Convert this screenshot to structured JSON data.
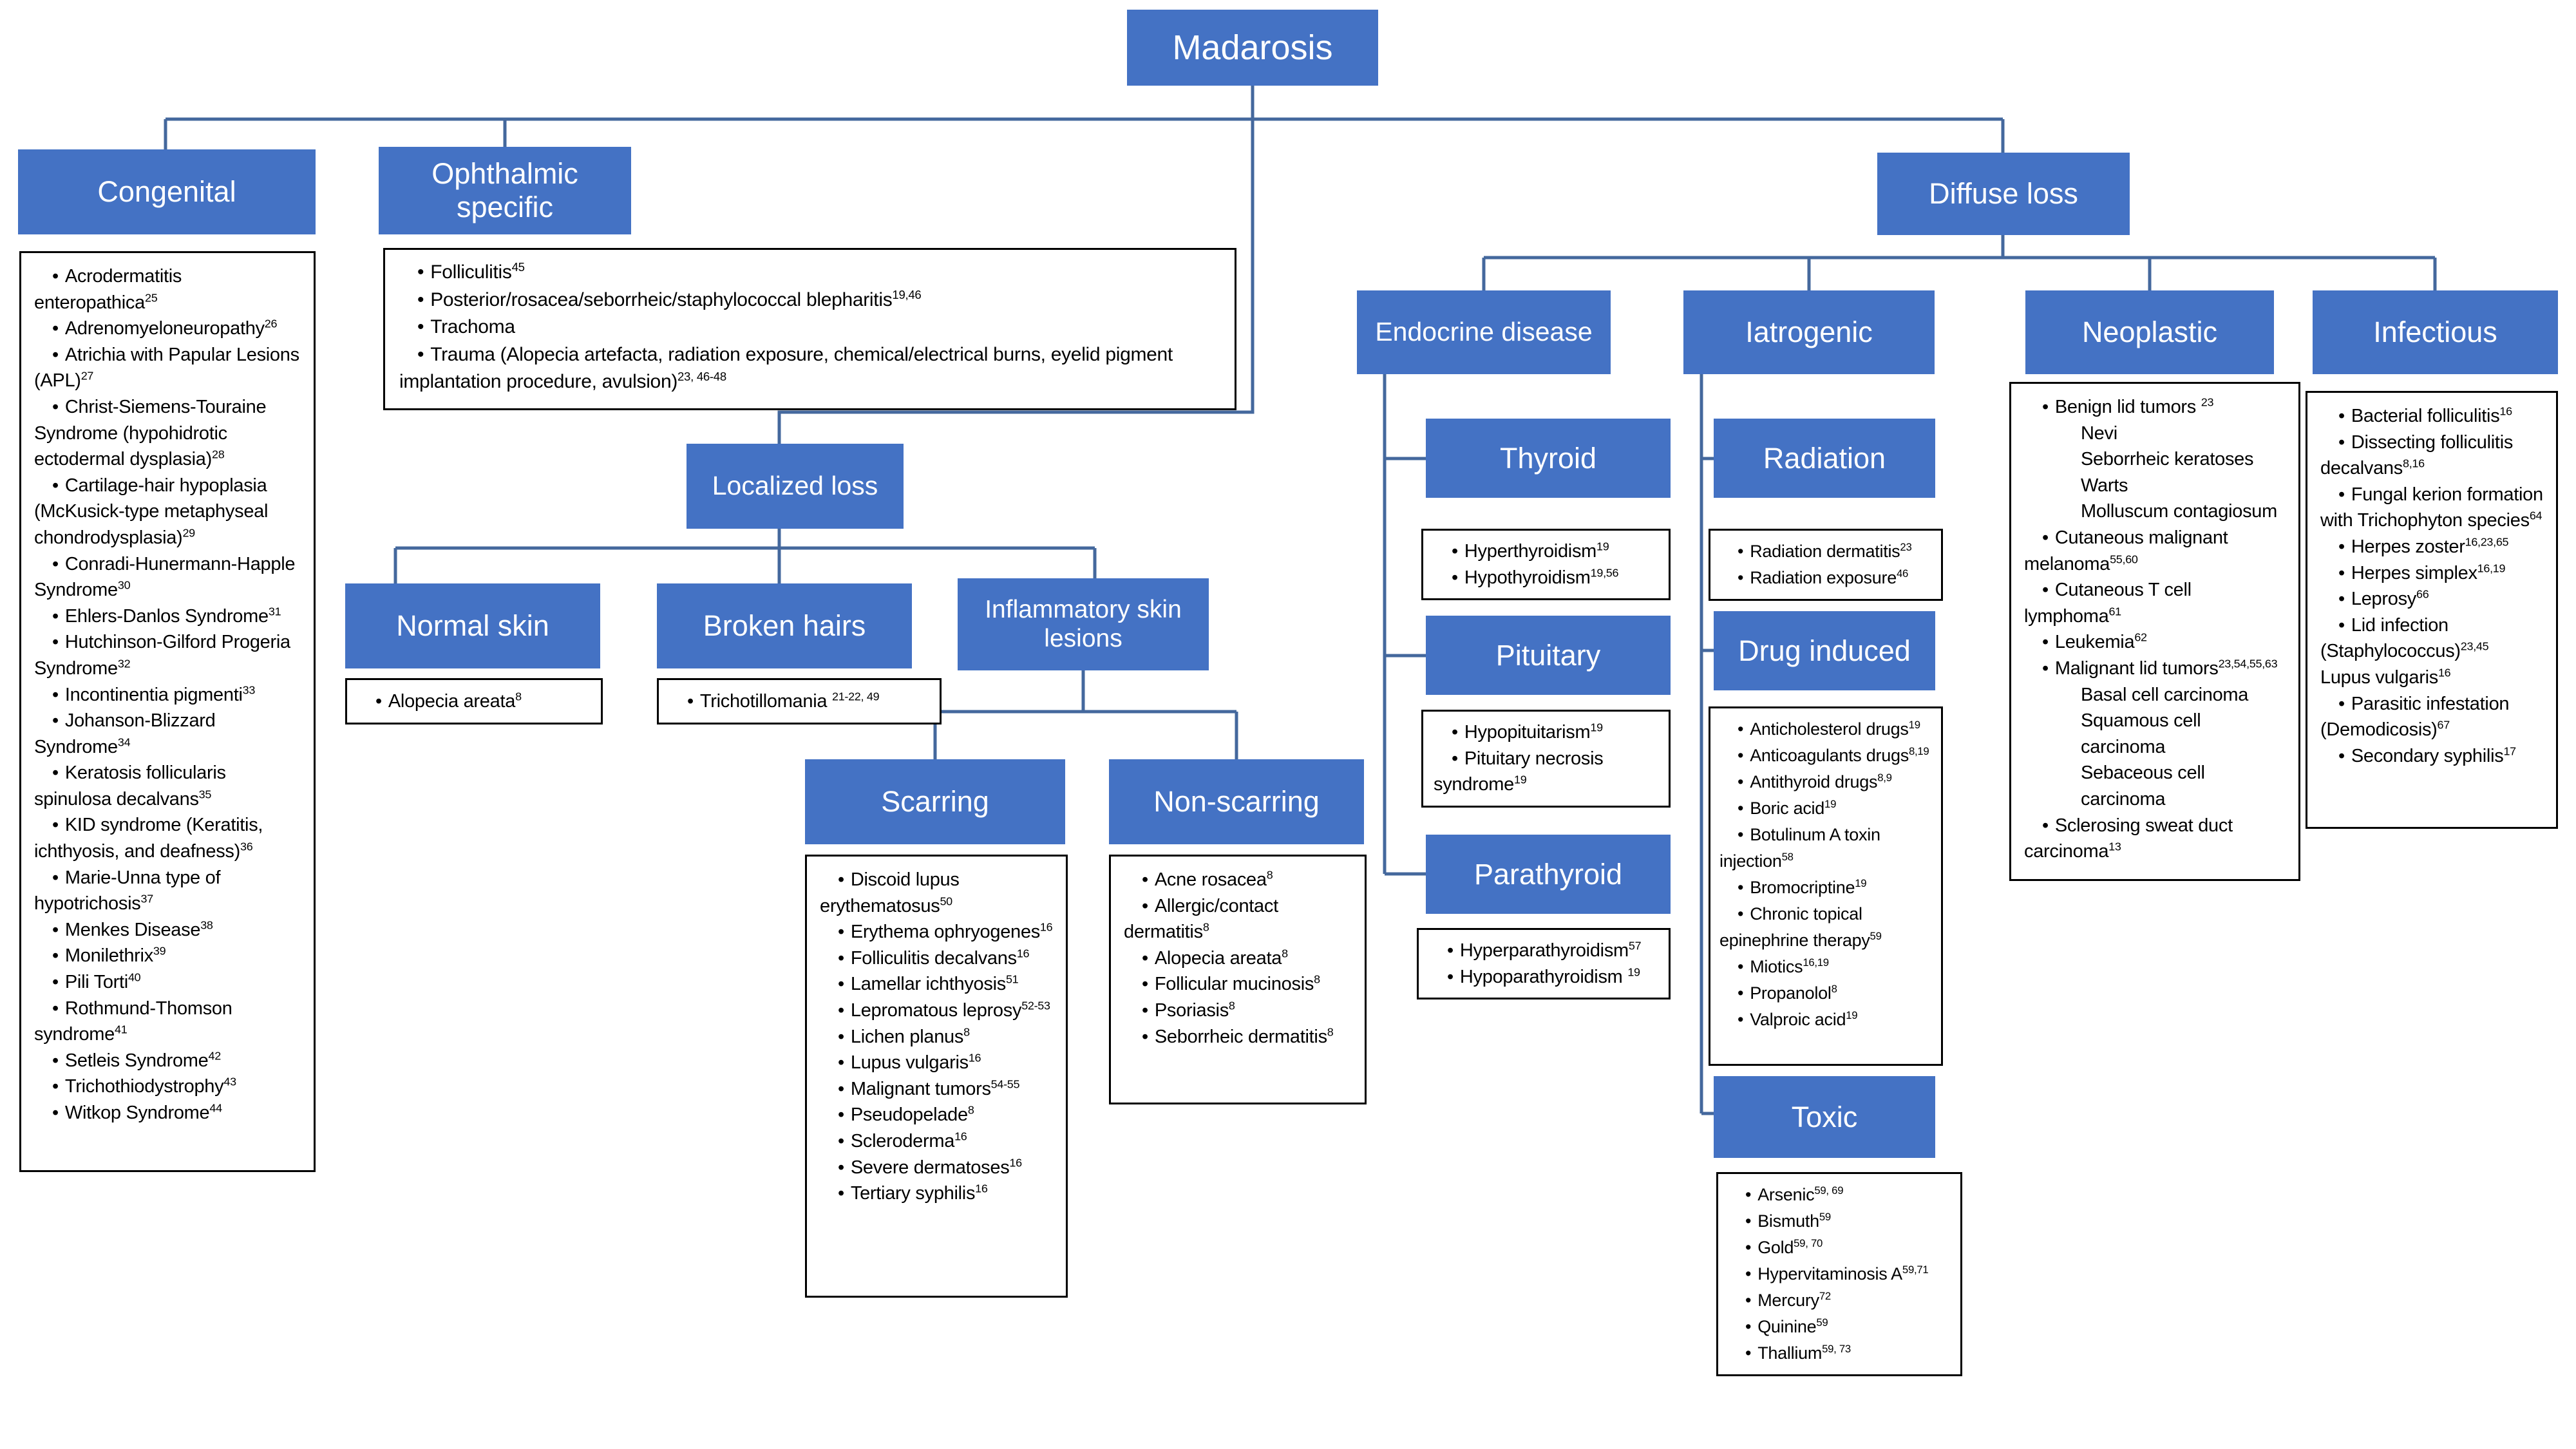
{
  "palette": {
    "node_fill": "#4472C4",
    "node_text": "#ffffff",
    "connector": "#44689d",
    "list_border": "#000000",
    "list_text": "#000000",
    "background": "#ffffff"
  },
  "nodes": {
    "madarosis": {
      "label": "Madarosis"
    },
    "congenital": {
      "label": "Congenital",
      "items": [
        "Acrodermatitis enteropathica^{25}",
        "Adrenomyeloneuropathy^{26}",
        "Atrichia with Papular Lesions (APL)^{27}",
        "Christ-Siemens-Touraine Syndrome (hypohidrotic ectodermal dysplasia)^{28}",
        "Cartilage-hair hypoplasia (McKusick-type metaphyseal chondrodysplasia)^{29}",
        "Conradi-Hunermann-Happle Syndrome^{30}",
        "Ehlers-Danlos Syndrome^{31}",
        "Hutchinson-Gilford Progeria Syndrome^{32}",
        "Incontinentia pigmenti^{33}",
        "Johanson-Blizzard Syndrome^{34}",
        "Keratosis follicularis spinulosa decalvans^{35}",
        "KID syndrome (Keratitis, ichthyosis, and deafness)^{36}",
        "Marie-Unna type of hypotrichosis^{37}",
        "Menkes Disease^{38}",
        "Monilethrix^{39}",
        "Pili Torti^{40}",
        "Rothmund-Thomson syndrome^{41}",
        "Setleis Syndrome^{42}",
        "Trichothiodystrophy^{43}",
        "Witkop Syndrome^{44}"
      ]
    },
    "ophthalmic": {
      "label": "Ophthalmic specific",
      "items": [
        "Folliculitis^{45}",
        "Posterior/rosacea/seborrheic/staphylococcal blepharitis^{19,46}",
        "Trachoma",
        "Trauma (Alopecia artefacta, radiation exposure, chemical/electrical burns, eyelid pigment implantation procedure, avulsion)^{23, 46-48}"
      ]
    },
    "localized": {
      "label": "Localized loss"
    },
    "normal_skin": {
      "label": "Normal skin",
      "items": [
        "Alopecia areata^{8}"
      ]
    },
    "broken_hairs": {
      "label": "Broken hairs",
      "items": [
        "Trichotillomania ^{21-22, 49}"
      ]
    },
    "inflammatory": {
      "label": "Inflammatory skin lesions"
    },
    "scarring": {
      "label": "Scarring",
      "items": [
        "Discoid lupus erythematosus^{50}",
        "Erythema ophryogenes^{16}",
        "Folliculitis decalvans^{16}",
        "Lamellar ichthyosis^{51}",
        "Lepromatous leprosy^{52-53}",
        "Lichen planus^{8}",
        "Lupus vulgaris^{16}",
        "Malignant tumors^{54-55}",
        "Pseudopelade^{8}",
        "Scleroderma^{16}",
        "Severe dermatoses^{16}",
        "Tertiary syphilis^{16}"
      ]
    },
    "non_scarring": {
      "label": "Non-scarring",
      "items": [
        "Acne rosacea^{8}",
        "Allergic/contact dermatitis^{8}",
        "Alopecia areata^{8}",
        "Follicular mucinosis^{8}",
        "Psoriasis^{8}",
        "Seborrheic dermatitis^{8}"
      ]
    },
    "diffuse": {
      "label": "Diffuse loss"
    },
    "endocrine": {
      "label": "Endocrine disease"
    },
    "thyroid": {
      "label": "Thyroid",
      "items": [
        "Hyperthyroidism^{19}",
        "Hypothyroidism^{19,56}"
      ]
    },
    "pituitary": {
      "label": "Pituitary",
      "items": [
        "Hypopituitarism^{19}",
        "Pituitary necrosis syndrome^{19}"
      ]
    },
    "parathyroid": {
      "label": "Parathyroid",
      "items": [
        "Hyperparathyroidism^{57}",
        "Hypoparathyroidism ^{19}"
      ]
    },
    "iatrogenic": {
      "label": "Iatrogenic"
    },
    "radiation": {
      "label": "Radiation",
      "items": [
        "Radiation dermatitis^{23}",
        "Radiation exposure^{46}"
      ]
    },
    "drug_induced": {
      "label": "Drug induced",
      "items": [
        "Anticholesterol drugs^{19}",
        "Anticoagulants drugs^{8,19}",
        "Antithyroid drugs^{8,9}",
        "Boric acid^{19}",
        "Botulinum A toxin injection^{58}",
        "Bromocriptine^{19}",
        "Chronic topical epinephrine therapy^{59}",
        "Miotics^{16,19}",
        "Propanolol^{8}",
        "Valproic acid^{19}"
      ]
    },
    "toxic": {
      "label": "Toxic",
      "items": [
        "Arsenic^{59, 69}",
        "Bismuth^{59}",
        "Gold^{59, 70}",
        "Hypervitaminosis A^{59,71}",
        "Mercury^{72}",
        "Quinine^{59}",
        "Thallium^{59, 73}"
      ]
    },
    "neoplastic": {
      "label": "Neoplastic",
      "items": [
        "Benign lid tumors ^{23}",
        "|Nevi",
        "|Seborrheic keratoses",
        "|Warts",
        "|Molluscum contagiosum",
        "Cutaneous malignant melanoma^{55,60}",
        "Cutaneous T cell lymphoma^{61}",
        "Leukemia^{62}",
        "Malignant lid tumors^{23,54,55,63}",
        "|Basal cell carcinoma",
        "|Squamous cell carcinoma",
        "|Sebaceous cell carcinoma",
        "Sclerosing sweat duct carcinoma^{13}"
      ]
    },
    "infectious": {
      "label": "Infectious",
      "items": [
        "Bacterial folliculitis^{16}",
        "Dissecting folliculitis decalvans^{8,16}",
        "Fungal kerion formation with Trichophyton species^{64}",
        "Herpes zoster^{16,23,65}",
        "Herpes simplex^{16,19}",
        "Leprosy^{66}",
        "Lid infection (Staphylococcus)^{23,45}",
        ">Lupus vulgaris^{16}",
        "Parasitic infestation (Demodicosis)^{67}",
        "Secondary syphilis^{17}"
      ]
    }
  }
}
